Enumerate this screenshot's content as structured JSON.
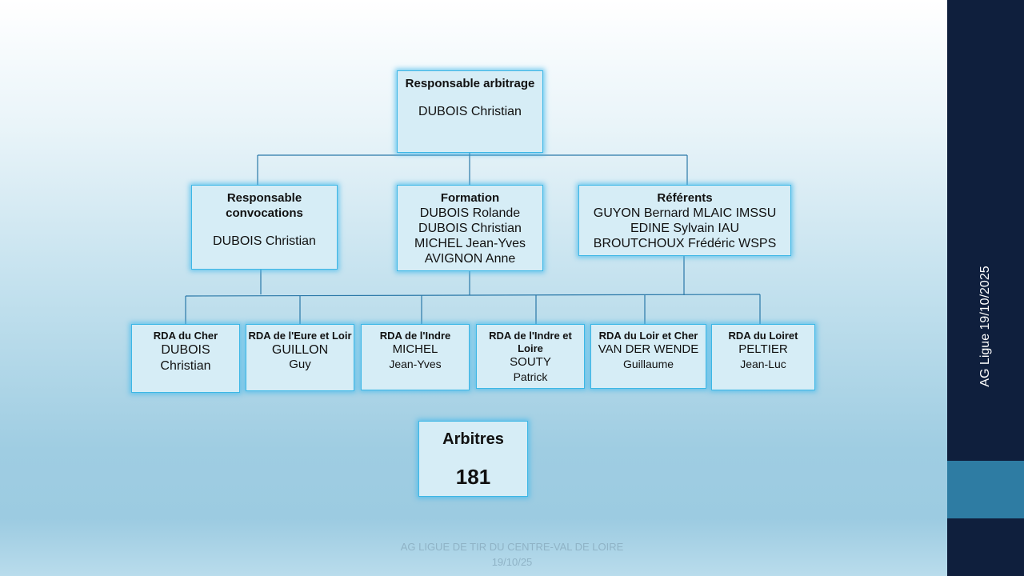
{
  "sidebar": {
    "text": "AG Ligue 19/10/2025"
  },
  "footer": {
    "line1": "AG LIGUE DE TIR DU CENTRE-VAL DE LOIRE",
    "line2": "19/10/25"
  },
  "chart": {
    "root": {
      "title": "Responsable arbitrage",
      "names": [
        "DUBOIS Christian"
      ]
    },
    "level2": [
      {
        "title": "Responsable convocations",
        "names": [
          "DUBOIS Christian"
        ]
      },
      {
        "title": "Formation",
        "names": [
          "DUBOIS Rolande",
          "DUBOIS Christian",
          "MICHEL Jean-Yves",
          "AVIGNON Anne"
        ]
      },
      {
        "title": "Référents",
        "names": [
          "GUYON Bernard MLAIC IMSSU",
          "EDINE Sylvain IAU",
          "BROUTCHOUX Frédéric WSPS"
        ]
      }
    ],
    "rda": [
      {
        "title": "RDA du Cher",
        "names": [
          "DUBOIS",
          "Christian"
        ]
      },
      {
        "title": "RDA de l'Eure et Loir",
        "names": [
          "GUILLON",
          "Guy"
        ]
      },
      {
        "title": "RDA de l'Indre",
        "names": [
          "MICHEL",
          "Jean-Yves"
        ]
      },
      {
        "title": "RDA de l'Indre et Loire",
        "names": [
          "SOUTY",
          "Patrick"
        ]
      },
      {
        "title": "RDA du Loir et Cher",
        "names": [
          "VAN DER WENDE",
          "Guillaume"
        ]
      },
      {
        "title": "RDA du Loiret",
        "names": [
          "PELTIER",
          "Jean-Luc"
        ]
      }
    ],
    "arbitres": {
      "title": "Arbitres",
      "count": "181"
    }
  }
}
